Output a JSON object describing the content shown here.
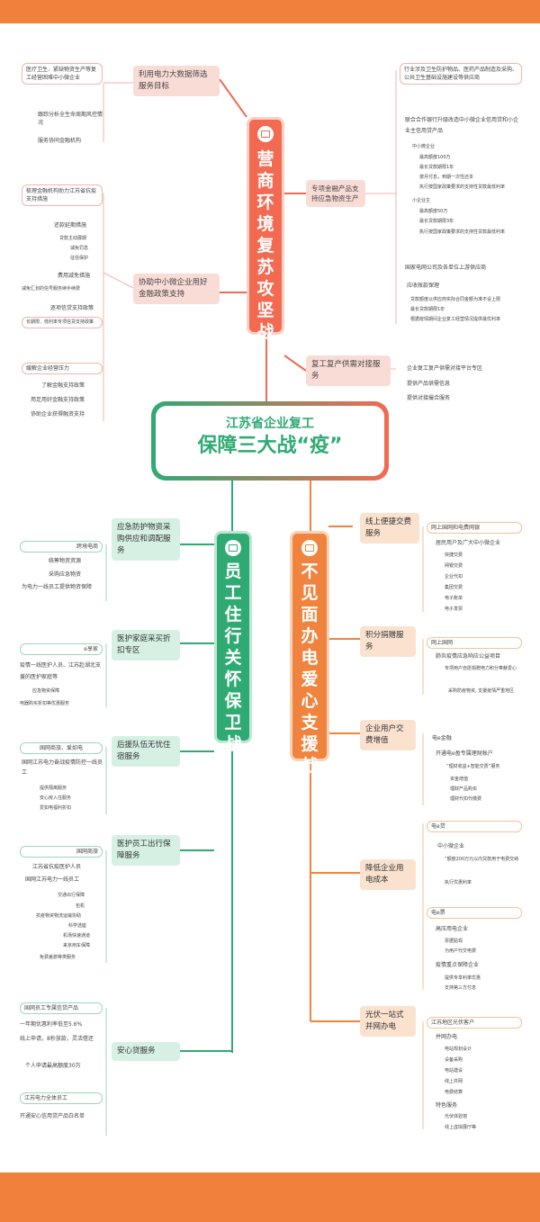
{
  "center": {
    "line1": "江苏省企业复工",
    "line2": "保障三大战“疫”"
  },
  "branches": {
    "red": {
      "title": [
        "营",
        "商",
        "环",
        "境",
        "复",
        "苏",
        "攻",
        "坚",
        "战"
      ],
      "color": "#f26a52"
    },
    "green": {
      "title": [
        "员",
        "工",
        "住",
        "行",
        "关",
        "怀",
        "保",
        "卫",
        "战"
      ],
      "color": "#2faa73"
    },
    "orange": {
      "title": [
        "不",
        "见",
        "面",
        "办",
        "电",
        "爱",
        "心",
        "支",
        "援",
        "战"
      ],
      "color": "#f0843e"
    }
  },
  "red": {
    "s1": {
      "label": "利用电力大数据筛选服务目标",
      "leaves": [
        "医疗卫生、紧缺物资生产等复工经营困难中小微企业",
        "跟踪分析全生命周期风控情况",
        "服务协同金融机构"
      ]
    },
    "s2": {
      "label": "协助中小微企业用好金融政策支持",
      "leaves": [
        "梳理金融机构助力江苏省抗疫支持措施",
        "还款延期措施",
        "贷款主动展期",
        "减免罚息",
        "征信保护",
        "费用减免措施",
        "减免汇划的信号服务续手续费",
        "逐项信贷支持政策",
        "长期限、低利率专项信贷支持政策",
        "缓解企业经营压力",
        "了解金融支持政策",
        "用足用好金融支持政策",
        "协助企业获得融资支持"
      ]
    },
    "s3": {
      "label": "专项金融产品支持应急物资生产",
      "leaves": [
        "行业涉及卫生防护物品、医药产品制造及采购、公共卫生基础设施建设等供应商",
        "联合合作银行升级改造中小微企业信用贷和小企业主信用贷产品",
        "中小微企业",
        "最高额度100万",
        "最长贷款期限1年",
        "按月付息，到期一次性还本",
        "执行按国家政策要求的支持性贷款最低利率",
        "小企业主",
        "最高额度50万",
        "最长贷款期限3年",
        "执行按国家政策要求的支持性贷款最低利率",
        "国家电网公司及各单位上游供应商",
        "应收账款保理",
        "贷款额度以供应商实际合同金额为准不设上限",
        "最长贷款期限1年",
        "根据疫情期间企业复工经营情况提供最优利率"
      ]
    },
    "s4": {
      "label": "复工复产供需对接服务",
      "leaves": [
        "企业复工复产供需对接平台专区",
        "提供产品供需信息",
        "提供对接撮合服务"
      ]
    }
  },
  "green": {
    "s1": {
      "label": "应急防护物资采购供应和调配服务",
      "leaves": [
        "跨境电商",
        "统筹物资资源",
        "采购应急物资",
        "为电力一线员工提供物资保障"
      ]
    },
    "s2": {
      "label": "医护家庭采买折扣专区",
      "leaves": [
        "e享家",
        "疫情一线医护人员、江苏赴湖北支援的医护家庭等",
        "应急物资保障",
        "电器购买折扣等优惠服务"
      ]
    },
    "s3": {
      "label": "后援队伍无忧住宿服务",
      "leaves": [
        "国网商旅、爱如电",
        "国网江苏电力奋战疫情防控一线员工",
        "提供隔离服务",
        "安心房入住服务",
        "爱如电福利折扣"
      ]
    },
    "s4": {
      "label": "医护员工出行保障服务",
      "leaves": [
        "国网商旅",
        "江苏省抗疫医护人员",
        "国网江苏电力一线员工",
        "交通出行保障",
        "包机",
        "抗疫物资物流运输协助",
        "科学选座",
        "机场快速通道",
        "来京用车保障",
        "免费差旅等类服务"
      ]
    },
    "s5": {
      "label": "安心贷服务",
      "leaves": [
        "国网员工专属信贷产品",
        "一年期优惠利率低至5.6%",
        "线上申请，8秒放款，灵活借还",
        "个人申请最高额度30万",
        "江苏电力全体员工",
        "开通安心信用贷产品白名单"
      ]
    }
  },
  "orange": {
    "s1": {
      "label": "线上便捷交费服务",
      "leaves": [
        "网上国网和电费网银",
        "居民用户及广大中小微企业",
        "快捷交费",
        "网银交费",
        "企业代扣",
        "集团交费",
        "电子账单",
        "电子发票"
      ]
    },
    "s2": {
      "label": "积分捐赠服务",
      "leaves": [
        "网上国网",
        "肺炎疫情应急响应公益项目",
        "专项用户自愿捐赠电力积分奉献爱心",
        "采购防疫物资, 支援疫情严重地区"
      ]
    },
    "s3": {
      "label": "企业用户交费增值",
      "leaves": [
        "电e金融",
        "开通电e盈专属理财账户",
        "“理财收益+智能交费”服务",
        "资金增值",
        "理财产品购买",
        "理财代扣代缴费"
      ]
    },
    "s4": {
      "label": "降低企业用电成本",
      "leaves": [
        "电e贷",
        "中小微企业",
        "“额度200万元以内贷款用于电费交纳",
        "执行优惠利率",
        "电e票",
        "高压用电企业",
        "票据贴现",
        "为用户代交电费",
        "疫情重点保障企业",
        "提供专享利率优惠",
        "支持第三方付息"
      ]
    },
    "s5": {
      "label": "光伏一站式并网办电",
      "leaves": [
        "江苏地区光伏客户",
        "并网办电",
        "电站规划设计",
        "设备采购",
        "电站建设",
        "线上并网",
        "电费结算",
        "特色服务",
        "光伏体验馆",
        "线上虚拟展厅等"
      ]
    }
  }
}
